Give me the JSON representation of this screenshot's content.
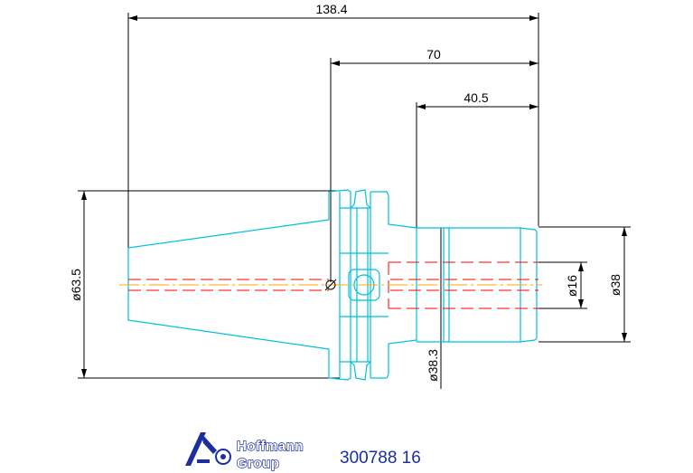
{
  "dimensions": {
    "overall_length": "138.4",
    "flange_to_end": "70",
    "shank_length": "40.5",
    "taper_diameter": "ø63.5",
    "bore_diameter": "ø16",
    "body_diameter": "ø38",
    "collar_diameter": "ø38.3"
  },
  "logo": {
    "line1": "Hoffmann",
    "line2": "Group",
    "icon": "hoffmann-logo-icon"
  },
  "part_number": "300788 16",
  "colors": {
    "outline": "#00bfdf",
    "dimension": "#000000",
    "hidden": "#ff0000",
    "axis": "#ffaa00",
    "brand": "#1b2fa0"
  }
}
